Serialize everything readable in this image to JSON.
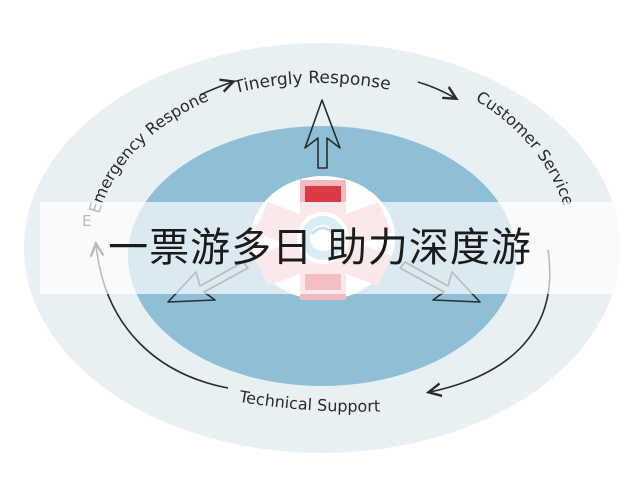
{
  "diagram": {
    "labels": {
      "top": "Tinergly Response",
      "left": "Emergency Respone",
      "left_partial": "E",
      "right": "Customer Service",
      "bottom": "Technical Support"
    },
    "colors": {
      "outer_ring": "#e9f0f3",
      "inner_disc": "#8fbfd7",
      "center_disc": "#ffffff",
      "cross_pink": "#f2b9bf",
      "cross_red": "#d93a44",
      "emblem_blue": "#8cc3de",
      "arrow": "#2b2b2b"
    },
    "icons": [
      "up-arrow-icon",
      "left-down-arrow-icon",
      "right-down-arrow-icon",
      "medical-cross-icon"
    ]
  },
  "banner": {
    "text": "一票游多日 助力深度游"
  }
}
